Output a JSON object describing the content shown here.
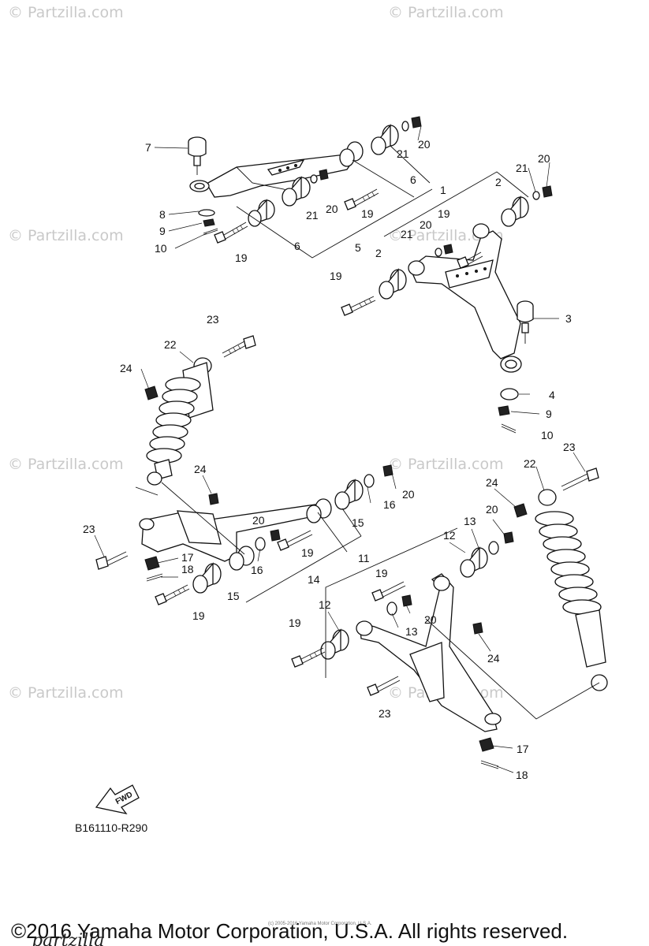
{
  "watermark": "© Partzilla.com",
  "callouts": [
    {
      "id": "c7",
      "label": "7"
    },
    {
      "id": "c8",
      "label": "8"
    },
    {
      "id": "c9a",
      "label": "9"
    },
    {
      "id": "c10a",
      "label": "10"
    },
    {
      "id": "c19a",
      "label": "19"
    },
    {
      "id": "c6a",
      "label": "6"
    },
    {
      "id": "c5",
      "label": "5"
    },
    {
      "id": "c21a",
      "label": "21"
    },
    {
      "id": "c20a",
      "label": "20"
    },
    {
      "id": "c19b",
      "label": "19"
    },
    {
      "id": "c6b",
      "label": "6"
    },
    {
      "id": "c21b",
      "label": "21"
    },
    {
      "id": "c20b",
      "label": "20"
    },
    {
      "id": "c1",
      "label": "1"
    },
    {
      "id": "c2a",
      "label": "2"
    },
    {
      "id": "c21c",
      "label": "21"
    },
    {
      "id": "c20c",
      "label": "20"
    },
    {
      "id": "c21d",
      "label": "21"
    },
    {
      "id": "c20d",
      "label": "20"
    },
    {
      "id": "c19c",
      "label": "19"
    },
    {
      "id": "c2b",
      "label": "2"
    },
    {
      "id": "c19d",
      "label": "19"
    },
    {
      "id": "c3",
      "label": "3"
    },
    {
      "id": "c4",
      "label": "4"
    },
    {
      "id": "c9b",
      "label": "9"
    },
    {
      "id": "c10b",
      "label": "10"
    },
    {
      "id": "c23a",
      "label": "23"
    },
    {
      "id": "c22a",
      "label": "22"
    },
    {
      "id": "c24a",
      "label": "24"
    },
    {
      "id": "c24b",
      "label": "24"
    },
    {
      "id": "c16a",
      "label": "16"
    },
    {
      "id": "c20e",
      "label": "20"
    },
    {
      "id": "c15a",
      "label": "15"
    },
    {
      "id": "c20f",
      "label": "20"
    },
    {
      "id": "c23b",
      "label": "23"
    },
    {
      "id": "c17a",
      "label": "17"
    },
    {
      "id": "c18a",
      "label": "18"
    },
    {
      "id": "c19e",
      "label": "19"
    },
    {
      "id": "c16b",
      "label": "16"
    },
    {
      "id": "c14",
      "label": "14"
    },
    {
      "id": "c15b",
      "label": "15"
    },
    {
      "id": "c19f",
      "label": "19"
    },
    {
      "id": "c22b",
      "label": "22"
    },
    {
      "id": "c23c",
      "label": "23"
    },
    {
      "id": "c24c",
      "label": "24"
    },
    {
      "id": "c20g",
      "label": "20"
    },
    {
      "id": "c13a",
      "label": "13"
    },
    {
      "id": "c12a",
      "label": "12"
    },
    {
      "id": "c11",
      "label": "11"
    },
    {
      "id": "c19g",
      "label": "19"
    },
    {
      "id": "c12b",
      "label": "12"
    },
    {
      "id": "c20h",
      "label": "20"
    },
    {
      "id": "c13b",
      "label": "13"
    },
    {
      "id": "c19h",
      "label": "19"
    },
    {
      "id": "c24d",
      "label": "24"
    },
    {
      "id": "c23d",
      "label": "23"
    },
    {
      "id": "c17b",
      "label": "17"
    },
    {
      "id": "c18b",
      "label": "18"
    }
  ],
  "fwd_label": "FWD",
  "diagram_code": "B161110-R290",
  "copyright": "©2016 Yamaha Motor Corporation, U.S.A. All rights reserved.",
  "fine_print": "(c) 2005-2016 Yamaha Motor Corporation, U.S.A.",
  "logo_text": "partzilla"
}
